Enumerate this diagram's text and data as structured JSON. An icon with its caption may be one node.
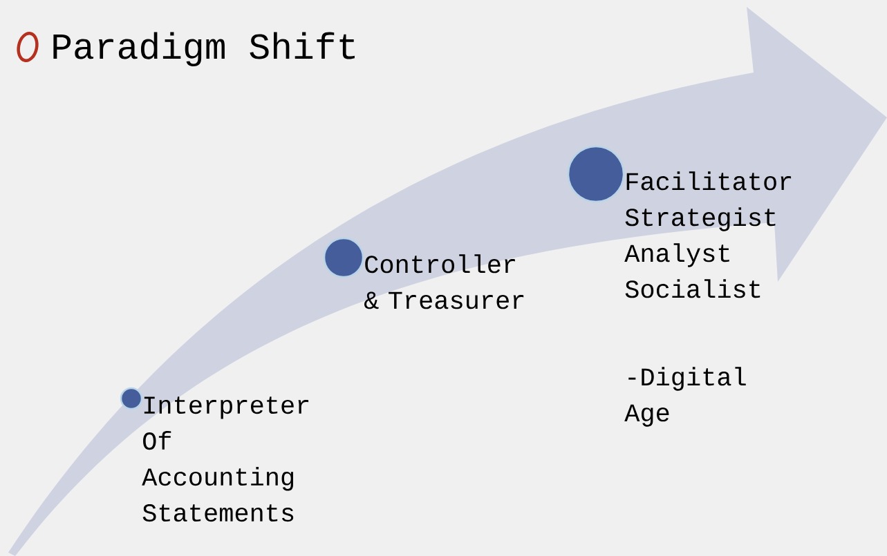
{
  "diagram": {
    "title": "Paradigm Shift",
    "nodes": [
      {
        "text": [],
        "shape": "circle",
        "beside": [
          "Interpreter Of Accounting Statements"
        ]
      },
      {
        "text": [],
        "shape": "circle",
        "beside": [
          "Controller & Treasurer"
        ]
      },
      {
        "text": [],
        "shape": "circle",
        "beside": [
          "Facilitator Strategist Analyst Socialist",
          "-Digital Age"
        ]
      }
    ]
  }
}
